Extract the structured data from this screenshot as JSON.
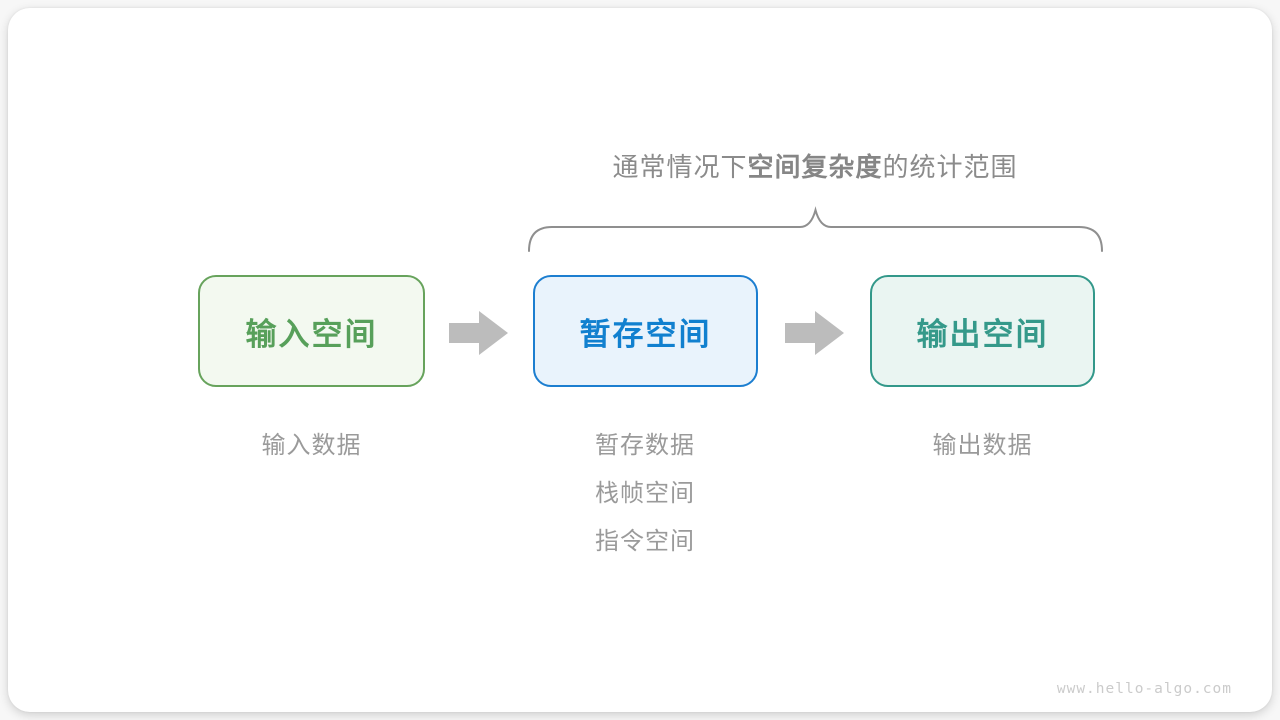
{
  "diagram": {
    "title": {
      "prefix": "通常情况下",
      "bold": "空间复杂度",
      "suffix": "的统计范围"
    },
    "boxes": [
      {
        "id": "input",
        "label": "输入空间"
      },
      {
        "id": "temp",
        "label": "暂存空间"
      },
      {
        "id": "output",
        "label": "输出空间"
      }
    ],
    "notes": {
      "input": [
        "输入数据"
      ],
      "temp": [
        "暂存数据",
        "栈帧空间",
        "指令空间"
      ],
      "output": [
        "输出数据"
      ]
    },
    "watermark": "www.hello-algo.com",
    "colors": {
      "input_border": "#67a35c",
      "input_bg": "#f3f9f0",
      "input_text": "#57a05a",
      "temp_border": "#1c7ed0",
      "temp_bg": "#e9f3fc",
      "temp_text": "#1180cf",
      "output_border": "#33988a",
      "output_bg": "#eaf5f2",
      "output_text": "#35998a",
      "arrow": "#bcbcbc",
      "brace": "#8f8f8f",
      "title_text": "#8b8b8b",
      "note_text": "#9a9a9a",
      "watermark_text": "#cbcbcb"
    }
  }
}
